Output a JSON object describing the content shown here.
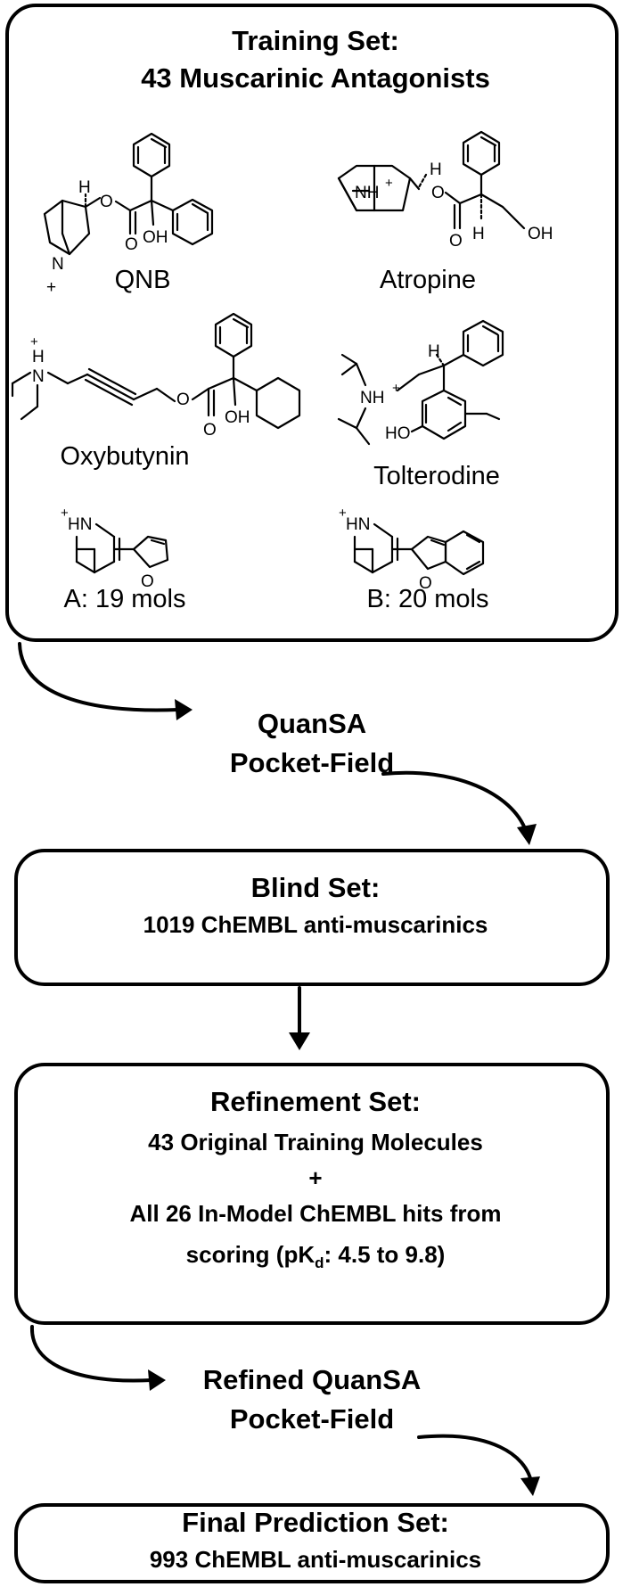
{
  "training": {
    "title_line1": "Training Set:",
    "title_line2": "43 Muscarinic Antagonists",
    "molecules": [
      {
        "name": "QNB"
      },
      {
        "name": "Atropine"
      },
      {
        "name": "Oxybutynin"
      },
      {
        "name": "Tolterodine"
      },
      {
        "name": "A: 19 mols"
      },
      {
        "name": "B: 20 mols"
      }
    ],
    "atom_labels": {
      "H": "H",
      "O": "O",
      "OH": "OH",
      "N": "N",
      "plus": "+",
      "NH_plus": "NH",
      "HN_plus": "HN",
      "HO": "HO"
    }
  },
  "step1": {
    "line1": "QuanSA",
    "line2": "Pocket-Field"
  },
  "blind": {
    "title": "Blind Set:",
    "subtitle": "1019 ChEMBL anti-muscarinics"
  },
  "refinement": {
    "title": "Refinement Set:",
    "line1": "43 Original Training Molecules",
    "line2": "+",
    "line3": "All 26 In-Model ChEMBL hits from",
    "line4_pre": "scoring (pK",
    "line4_sub": "d",
    "line4_post": ": 4.5 to 9.8)"
  },
  "step2": {
    "line1": "Refined QuanSA",
    "line2": "Pocket-Field"
  },
  "final": {
    "title": "Final Prediction Set:",
    "subtitle": "993 ChEMBL anti-muscarinics"
  }
}
